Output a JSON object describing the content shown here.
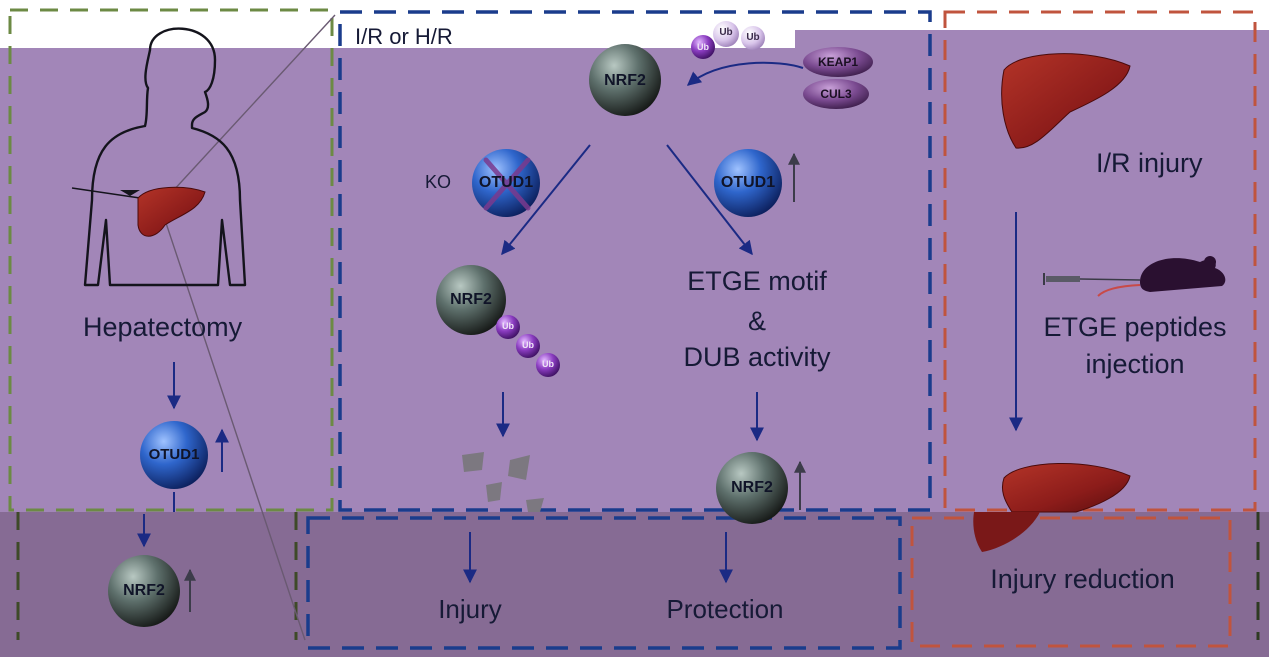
{
  "left_panel": {
    "hepatectomy_label": "Hepatectomy",
    "otud1_label": "OTUD1",
    "nrf2_label": "NRF2"
  },
  "middle_panel": {
    "title": "I/R or H/R",
    "nrf2_top_label": "NRF2",
    "ub_label": "Ub",
    "keap1_label": "KEAP1",
    "cul3_label": "CUL3",
    "ko_label": "KO",
    "otud1_ko_label": "OTUD1",
    "otud1_up_label": "OTUD1",
    "nrf2_degraded_label": "NRF2",
    "etge_line1": "ETGE motif",
    "etge_line2": "&",
    "etge_line3": "DUB activity",
    "nrf2_stable_label": "NRF2",
    "injury_label": "Injury",
    "protection_label": "Protection"
  },
  "right_panel": {
    "ir_injury_label": "I/R injury",
    "peptide_line1": "ETGE peptides",
    "peptide_line2": "injection",
    "injury_reduction_label": "Injury reduction"
  },
  "colors": {
    "overlay": "#a286b8",
    "bottom_band": "#866b94",
    "arrow": "#1b2a84",
    "left_dash": "#5f7a3e",
    "middle_dash": "#1a3c8c",
    "right_dash": "#c0543e",
    "liver": "#8c1c1a",
    "otud1_ball": "#2e64c8",
    "nrf2_ball": "#5b6e6a",
    "ub_ball": "#7a3aa8"
  }
}
